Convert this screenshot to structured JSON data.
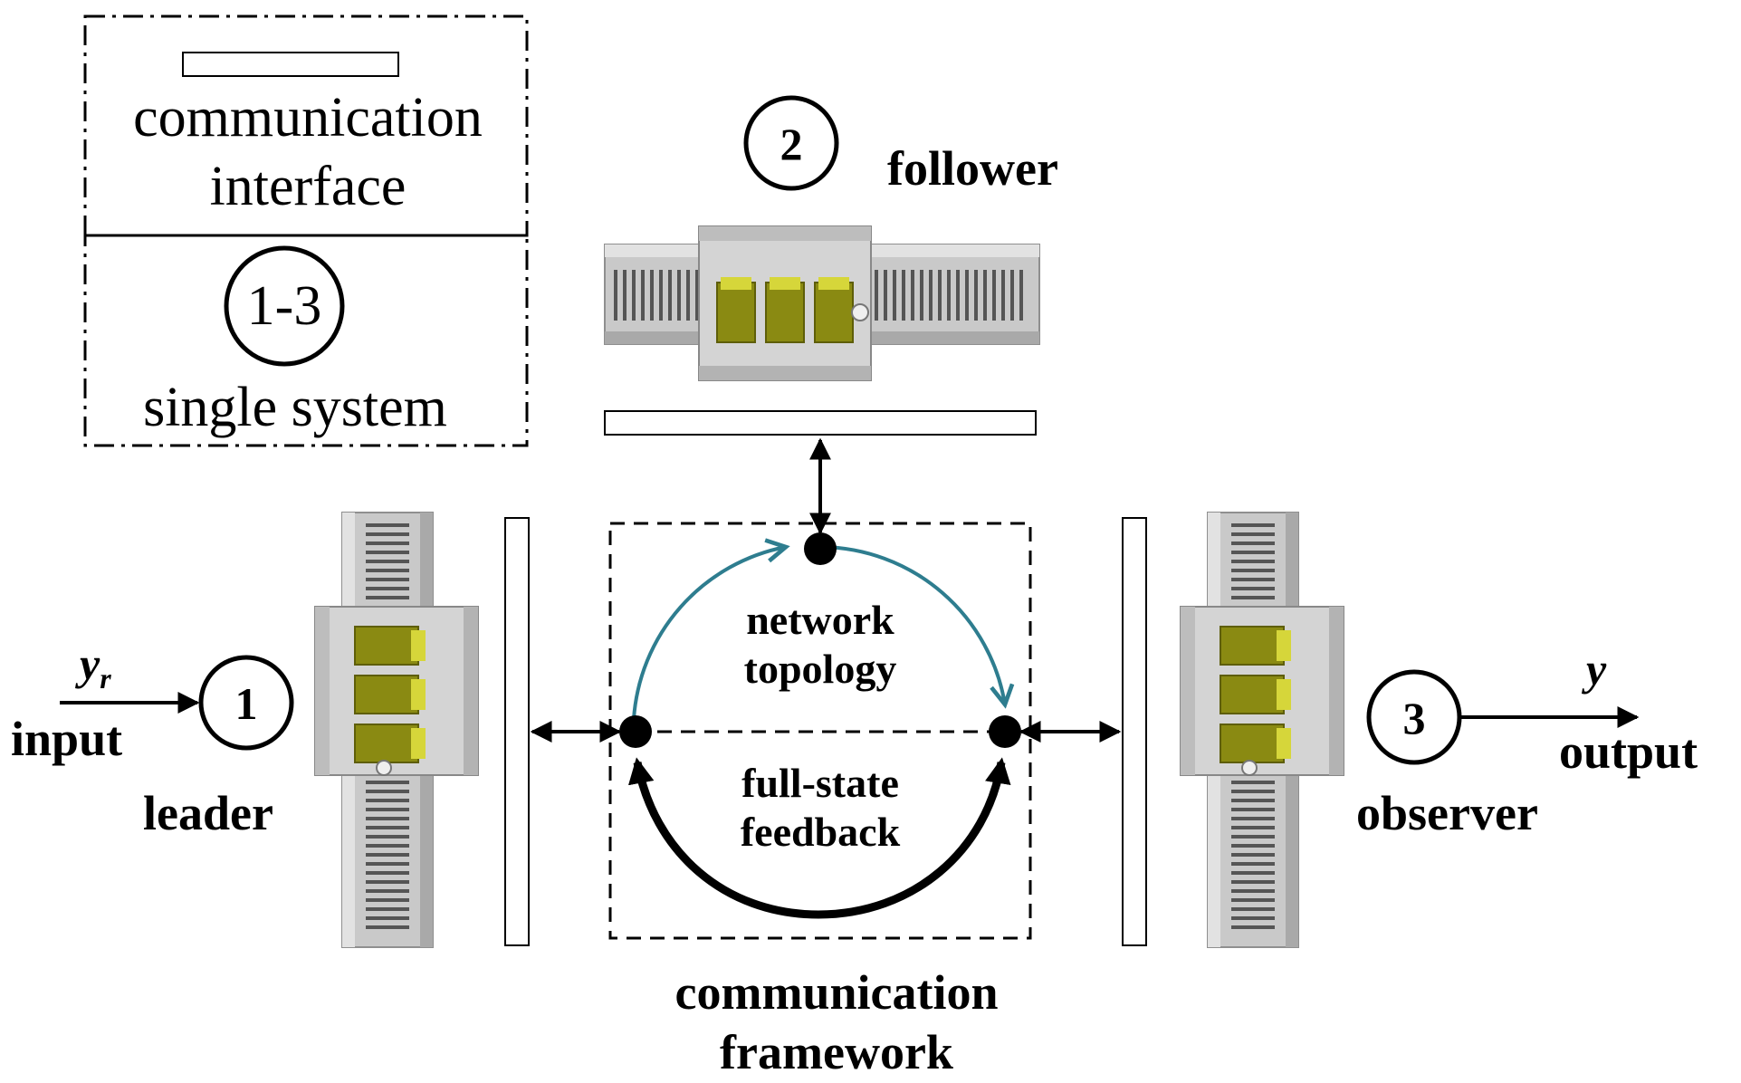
{
  "legend": {
    "interface_label_line1": "communication",
    "interface_label_line2": "interface",
    "single_system_badge": "1-3",
    "single_system_label": "single system"
  },
  "nodes": {
    "leader": {
      "badge": "1",
      "label": "leader"
    },
    "follower": {
      "badge": "2",
      "label": "follower"
    },
    "observer": {
      "badge": "3",
      "label": "observer"
    }
  },
  "signals": {
    "input_var": "y",
    "input_sub": "r",
    "input_label": "input",
    "output_var": "y",
    "output_label": "output"
  },
  "framework": {
    "upper_loop_line1": "network",
    "upper_loop_line2": "topology",
    "lower_loop_line1": "full-state",
    "lower_loop_line2": "feedback",
    "title_line1": "communication",
    "title_line2": "framework"
  },
  "colors": {
    "network_topology_loop": "#2e7d8f",
    "feedback_loop": "#000000",
    "module_body": "#c9c9c9",
    "module_block": "#bdbd22",
    "module_block_dark": "#8a8a12"
  },
  "icons": {
    "module": "linear-motor-module"
  }
}
